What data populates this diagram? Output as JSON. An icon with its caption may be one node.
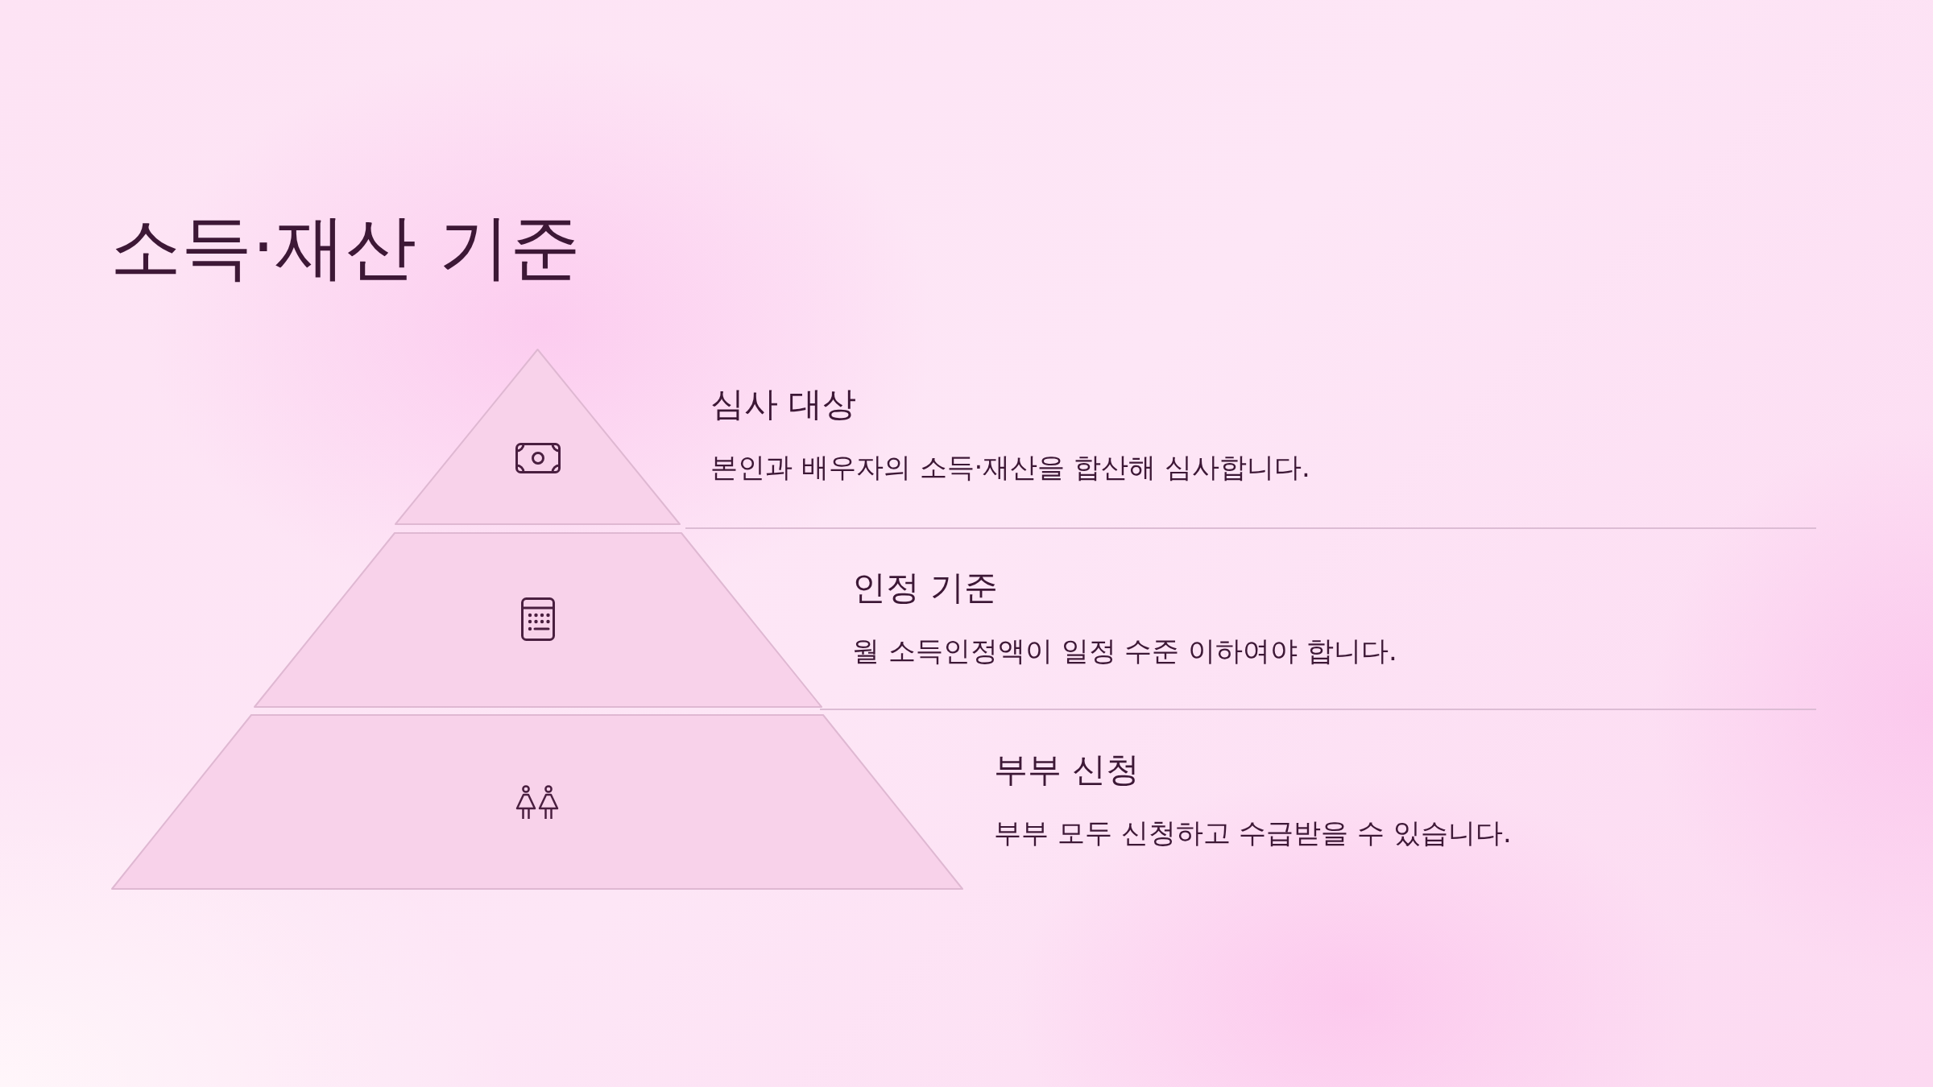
{
  "diagram": {
    "title": "소득·재산 기준",
    "nodes": [
      {
        "text": [],
        "shape": "triangle",
        "beside": [
          "심사 대상",
          "본인과 배우자의 소득·재산을 합산해 심사합니다."
        ]
      },
      {
        "text": [],
        "shape": "trapezoid",
        "beside": [
          "인정 기준",
          "월 소득인정액이 일정 수준 이하여야 합니다."
        ]
      },
      {
        "text": [],
        "shape": "trapezoid",
        "beside": [
          "부부 신청",
          "부부 모두 신청하고 수급받을 수 있습니다."
        ]
      }
    ]
  }
}
